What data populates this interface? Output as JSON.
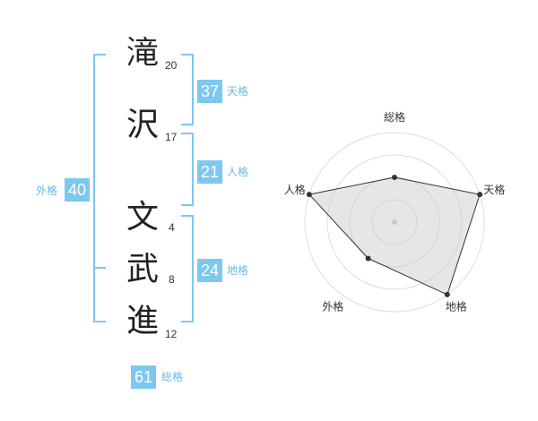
{
  "name_chars": [
    {
      "char": "滝",
      "strokes": "20"
    },
    {
      "char": "沢",
      "strokes": "17"
    },
    {
      "char": "文",
      "strokes": "4"
    },
    {
      "char": "武",
      "strokes": "8"
    },
    {
      "char": "進",
      "strokes": "12"
    }
  ],
  "kaku": {
    "tenkaku": {
      "value": "37",
      "label": "天格"
    },
    "jinkaku": {
      "value": "21",
      "label": "人格"
    },
    "chikaku": {
      "value": "24",
      "label": "地格"
    },
    "gaikaku": {
      "value": "40",
      "label": "外格"
    },
    "soukaku": {
      "value": "61",
      "label": "総格"
    }
  },
  "colors": {
    "accent": "#7cc8f0",
    "radar_fill": "#e6e6e6",
    "radar_line": "#333333"
  },
  "chart_data": {
    "type": "radar",
    "axes": [
      "総格",
      "天格",
      "地格",
      "外格",
      "人格"
    ],
    "values": [
      0.5,
      1.0,
      1.0,
      0.5,
      1.0
    ],
    "grid": true
  }
}
